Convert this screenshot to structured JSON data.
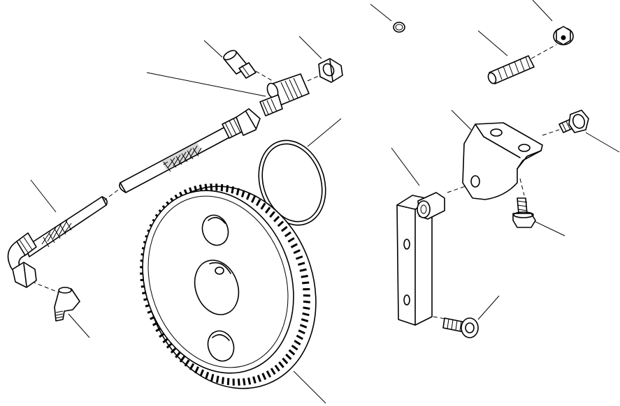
{
  "diagram": {
    "type": "exploded-parts-view",
    "labels": [],
    "parts": [
      "hose-assembly",
      "elbow-fitting",
      "straight-connector",
      "hose-nut",
      "tee-fitting",
      "o-ring-small",
      "o-ring-large",
      "tone-wheel-gear",
      "stud",
      "flange-nut",
      "sensor-bracket",
      "bracket-bolt-upper",
      "bracket-bolt-lower",
      "mounting-plate",
      "plate-bolt"
    ]
  }
}
